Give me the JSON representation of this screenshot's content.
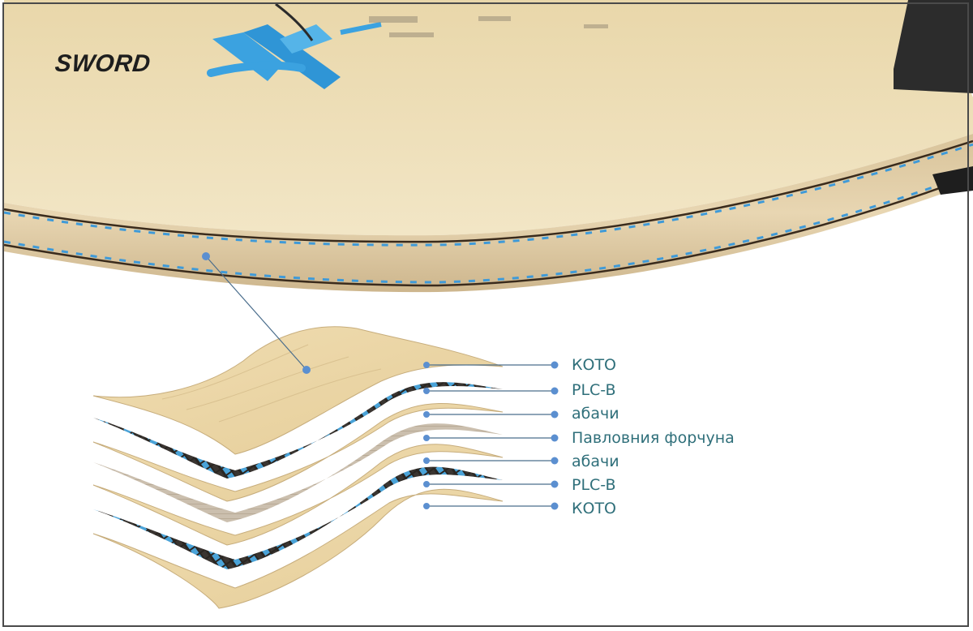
{
  "brand": {
    "name": "SWORD"
  },
  "layers": [
    {
      "label": "КОТО",
      "type": "wood"
    },
    {
      "label": "PLC-B",
      "type": "carbon"
    },
    {
      "label": "абачи",
      "type": "wood"
    },
    {
      "label": "Павловния форчуна",
      "type": "grey-wood"
    },
    {
      "label": "абачи",
      "type": "wood"
    },
    {
      "label": "PLC-B",
      "type": "carbon"
    },
    {
      "label": "КОТО",
      "type": "wood"
    }
  ],
  "colors": {
    "wood": "#ecd9ad",
    "wood_edge": "#c9b184",
    "carbon_dark": "#2a2622",
    "carbon_blue": "#4aa3d8",
    "grey_wood": "#cbbfae",
    "label": "#2f6f7a",
    "dot": "#5b8fd0"
  }
}
